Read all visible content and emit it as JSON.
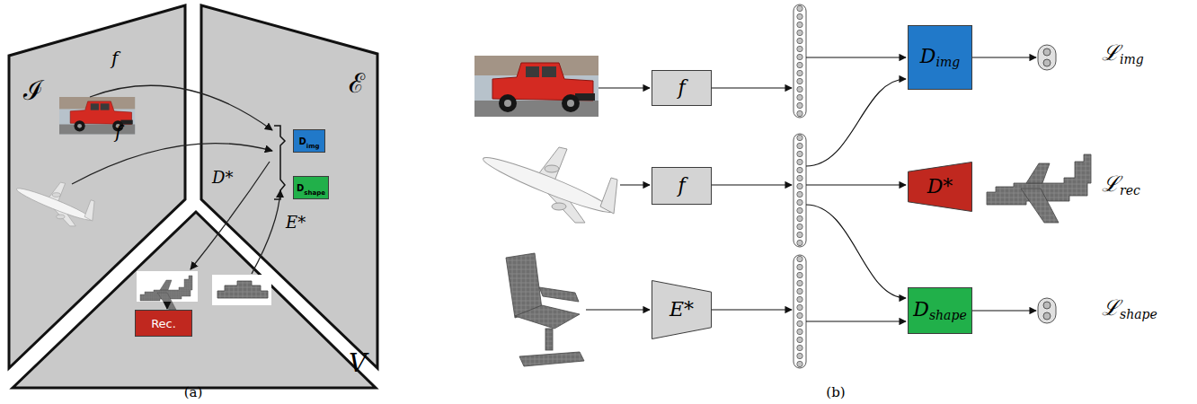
{
  "diagram": {
    "nodes": [
      {
        "text": [
          "D",
          "img"
        ]
      },
      {
        "text": [
          "D",
          "shape"
        ]
      },
      {
        "text": [
          "Rec."
        ]
      },
      {
        "text": [
          "f"
        ]
      },
      {
        "text": [
          "D",
          "img"
        ]
      },
      {
        "text": [
          "f"
        ]
      },
      {
        "text": [
          "D*"
        ]
      },
      {
        "text": [
          "E*"
        ]
      },
      {
        "text": [
          "D",
          "shape"
        ]
      }
    ],
    "labels": [
      "ℐ",
      "f",
      "f",
      "ℰ",
      "D*",
      "E*",
      "V",
      "(a)",
      "ℒ",
      "img",
      "ℒ",
      "rec",
      "ℒ",
      "shape",
      "(b)"
    ]
  }
}
